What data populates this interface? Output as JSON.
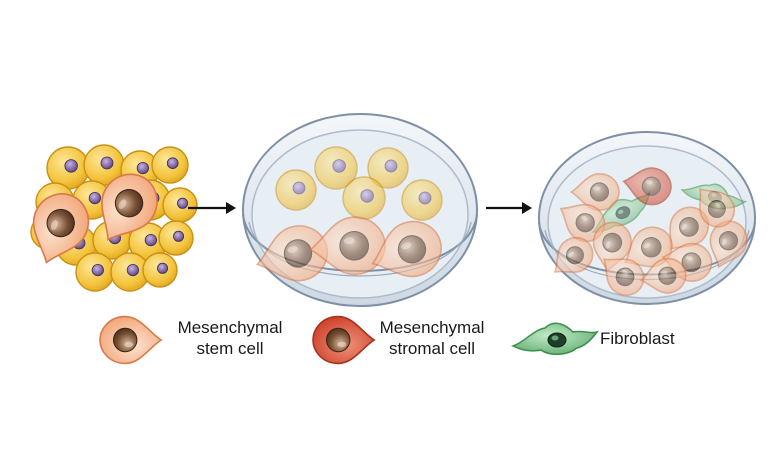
{
  "legend": {
    "stem": {
      "line1": "Mesenchymal",
      "line2": "stem cell"
    },
    "stromal": {
      "line1": "Mesenchymal",
      "line2": "stromal cell"
    },
    "fibroblast": {
      "line1": "Fibroblast"
    }
  },
  "icons": {
    "arrow": "arrow-right-icon",
    "dish": "petri-dish-icon",
    "stem_cell": "mesenchymal-stem-cell-icon",
    "stromal_cell": "mesenchymal-stromal-cell-icon",
    "fibroblast": "fibroblast-cell-icon",
    "round_cell": "round-cell-icon"
  },
  "colors": {
    "round_cell_fill": "#f3c33a",
    "round_cell_stroke": "#c99013",
    "round_nucleus": "#6b4e8c",
    "stem_fill": "#f2b08a",
    "stem_stroke": "#d9784a",
    "stromal_fill": "#d9553a",
    "stromal_stroke": "#a8301c",
    "fibro_fill": "#7cc48a",
    "fibro_stroke": "#3c8d4c",
    "nucleus": "#7a5236",
    "dish_rim": "#8a9bb0",
    "dish_fill": "#dde6ee"
  }
}
